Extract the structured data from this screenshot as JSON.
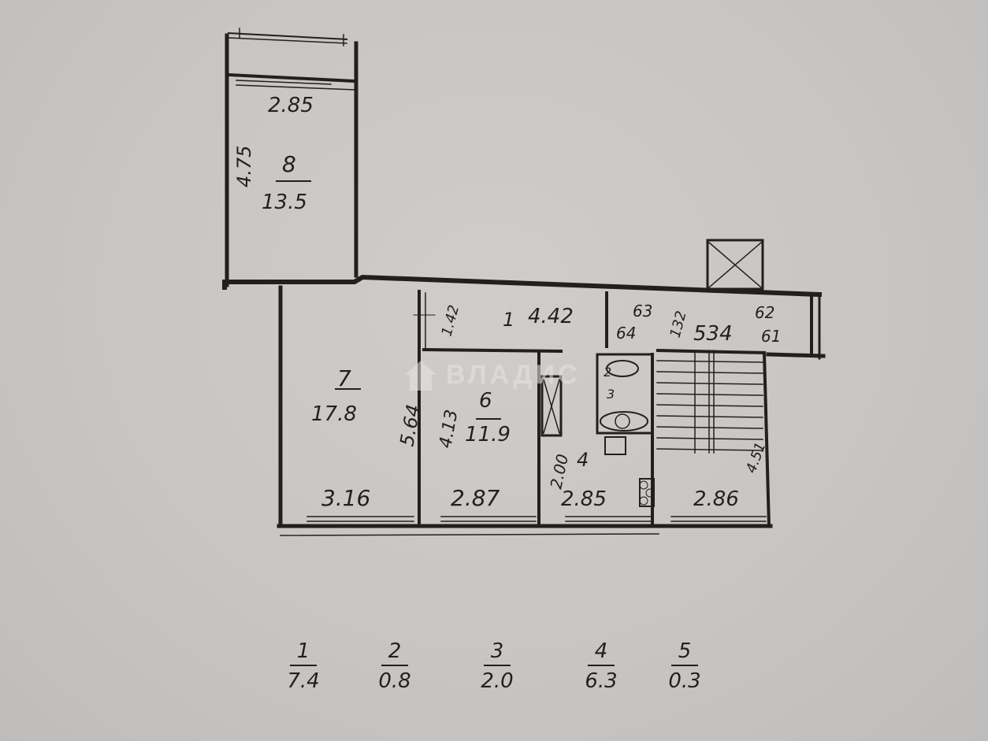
{
  "watermark": {
    "text": "ВЛАДИС",
    "icon": "house-logo-icon"
  },
  "rooms": [
    {
      "id": "8",
      "area": "13.5",
      "width": "2.85",
      "length": "4.75"
    },
    {
      "id": "7",
      "area": "17.8",
      "width": "3.16",
      "length": "5.64"
    },
    {
      "id": "6",
      "area": "11.9",
      "width": "2.87",
      "length": "4.13"
    },
    {
      "id": "1",
      "label": "1",
      "dimension": "4.42",
      "side": "1.42"
    },
    {
      "id": "4",
      "label": "4",
      "width": "2.85",
      "length": "2.00"
    },
    {
      "id": "2",
      "label": "2"
    },
    {
      "id": "3",
      "label": "3"
    }
  ],
  "landing": {
    "label_63": "63",
    "label_64": "64",
    "label_132": "132",
    "label_534": "534",
    "label_62": "62",
    "label_61": "61"
  },
  "stair": {
    "width": "2.86",
    "length": "4.51"
  },
  "legend": [
    {
      "num": "1",
      "area": "7.4"
    },
    {
      "num": "2",
      "area": "0.8"
    },
    {
      "num": "3",
      "area": "2.0"
    },
    {
      "num": "4",
      "area": "6.3"
    },
    {
      "num": "5",
      "area": "0.3"
    }
  ],
  "colors": {
    "ink": "#231f1f",
    "paper": "#c8c6c4"
  }
}
